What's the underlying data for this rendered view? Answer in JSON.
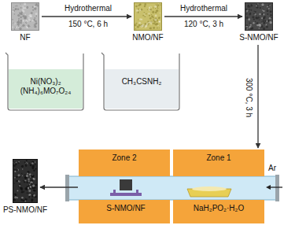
{
  "diagram": {
    "nodes": [
      {
        "text": [
          "NF"
        ]
      },
      {
        "text": [
          "NMO/NF"
        ]
      },
      {
        "text": [
          "S-NMO/NF"
        ]
      },
      {
        "text": [
          "Ni(NO₃)₂",
          "(NH₄)₆MO₇O₂₄"
        ]
      },
      {
        "text": [
          "CH₃CSNH₂"
        ]
      },
      {
        "text": [
          "Zone 2"
        ]
      },
      {
        "text": [
          "Zone 1"
        ]
      },
      {
        "text": [
          "PS-NMO/NF"
        ]
      }
    ],
    "edges": [
      {
        "from": 0,
        "to": 1,
        "arrow": "to"
      },
      {
        "from": 1,
        "to": 2,
        "arrow": "to"
      },
      {
        "from": 2,
        "to": 6,
        "arrow": "to"
      },
      {
        "from": 5,
        "to": 7,
        "arrow": "to"
      }
    ],
    "labels": [
      "Hydrothermal",
      "150 °C, 6 h",
      "Hydrothermal",
      "120 °C, 3 h",
      "300 °C, 3 h",
      "S-NMO/NF",
      "NaH₂PO₂·H₂O",
      "Ar"
    ]
  }
}
